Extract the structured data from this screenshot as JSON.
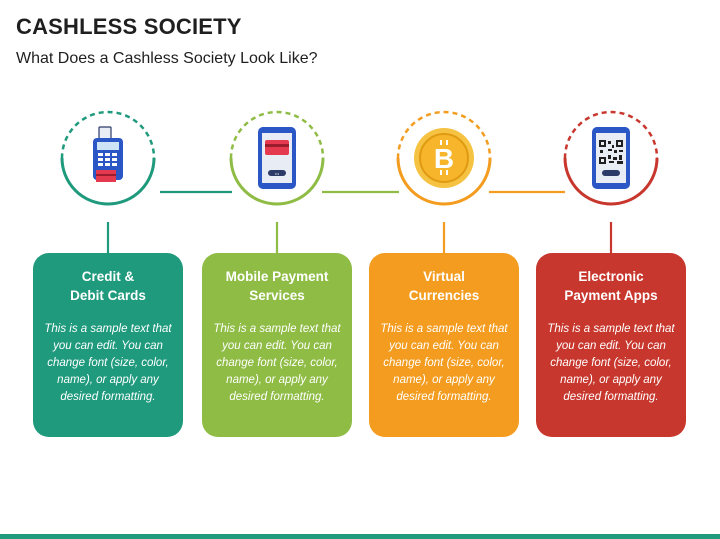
{
  "header": {
    "title": "CASHLESS SOCIETY",
    "subtitle": "What Does a Cashless Society Look Like?"
  },
  "cards": [
    {
      "title": "Credit &\nDebit Cards",
      "text": "This is a sample text that you can edit. You can change font (size, color, name), or apply any desired formatting.",
      "color": "#1f9a7d",
      "icon": "card-terminal-icon"
    },
    {
      "title": "Mobile Payment\nServices",
      "text": "This is a sample text that you can edit. You can change font (size, color, name), or apply any desired formatting.",
      "color": "#8fbc45",
      "icon": "mobile-payment-icon"
    },
    {
      "title": "Virtual\nCurrencies",
      "text": "This is a sample text that you can edit. You can change font (size, color, name), or apply any desired formatting.",
      "color": "#f39c1f",
      "icon": "bitcoin-icon"
    },
    {
      "title": "Electronic\nPayment Apps",
      "text": "This is a sample text that you can edit. You can change font (size, color, name), or apply any desired formatting.",
      "color": "#c8372d",
      "icon": "qr-code-phone-icon"
    }
  ],
  "icon_labels": {
    "bitcoin_symbol": "B"
  }
}
